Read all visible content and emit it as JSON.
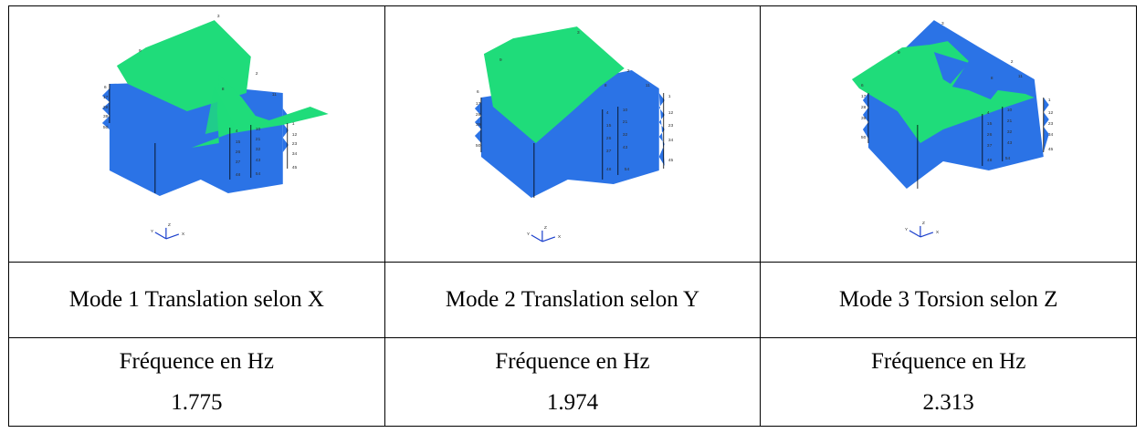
{
  "modes": [
    {
      "label": "Mode 1 Translation selon X",
      "freq_title": "Fréquence en Hz",
      "freq_value": "1.775"
    },
    {
      "label": "Mode 2 Translation selon Y",
      "freq_title": "Fréquence en Hz",
      "freq_value": "1.974"
    },
    {
      "label": "Mode 3 Torsion selon Z",
      "freq_title": "Fréquence en Hz",
      "freq_value": "2.313"
    }
  ],
  "figures": {
    "floor_color": "#2b73e6",
    "roof_color": "#1fdc7a",
    "axis_color": "#1a3fcc",
    "node_labels": [
      "3",
      "9",
      "2",
      "6",
      "8",
      "11",
      "17",
      "28",
      "39",
      "50",
      "1",
      "12",
      "23",
      "34",
      "45",
      "10",
      "21",
      "32",
      "43",
      "4",
      "15",
      "26",
      "37",
      "48",
      "54"
    ],
    "axis_labels": [
      "Y",
      "Z",
      "X"
    ]
  }
}
